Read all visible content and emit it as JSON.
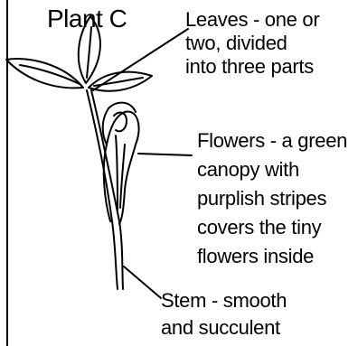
{
  "plant": {
    "title": "Plant C"
  },
  "labels": {
    "leaves": [
      "Leaves - one or",
      "two, divided",
      "into three parts"
    ],
    "flowers": [
      "Flowers - a green",
      "canopy with",
      "purplish stripes",
      "covers the tiny",
      "flowers inside"
    ],
    "stem": [
      "Stem - smooth",
      "and succulent"
    ]
  }
}
